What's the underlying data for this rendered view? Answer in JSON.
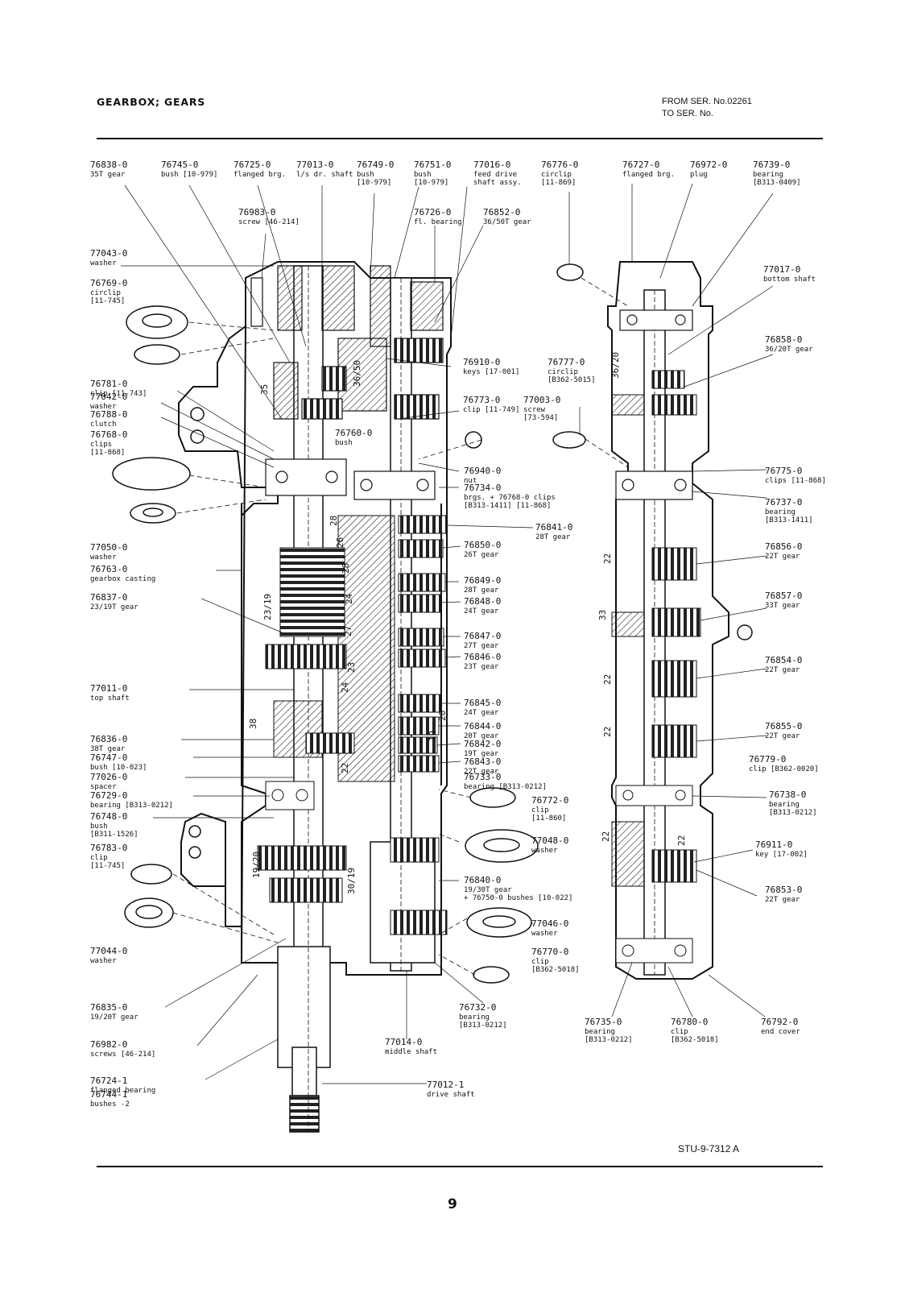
{
  "header": {
    "title": "GEARBOX; GEARS",
    "from_serial": "FROM SER. No.02261",
    "to_serial": "TO SER. No."
  },
  "drawing_ref": "STU-9-7312 A",
  "page_number": "9",
  "callouts": [
    {
      "num": "76838-0",
      "desc": [
        "35T gear"
      ]
    },
    {
      "num": "76745-0",
      "desc": [
        "bush [10-979]"
      ]
    },
    {
      "num": "76725-0",
      "desc": [
        "flanged brg."
      ]
    },
    {
      "num": "77013-0",
      "desc": [
        "l/s dr. shaft"
      ]
    },
    {
      "num": "76749-0",
      "desc": [
        "bush",
        "[10-979]"
      ]
    },
    {
      "num": "76751-0",
      "desc": [
        "bush",
        "[10-979]"
      ]
    },
    {
      "num": "77016-0",
      "desc": [
        "feed drive",
        "shaft assy."
      ]
    },
    {
      "num": "76776-0",
      "desc": [
        "circlip",
        "[11-869]"
      ]
    },
    {
      "num": "76727-0",
      "desc": [
        "flanged brg."
      ]
    },
    {
      "num": "76972-0",
      "desc": [
        "plug"
      ]
    },
    {
      "num": "76739-0",
      "desc": [
        "bearing",
        "[B313-0409]"
      ]
    },
    {
      "num": "76983-0",
      "desc": [
        "screw [46-214]"
      ]
    },
    {
      "num": "76726-0",
      "desc": [
        "fl. bearing"
      ]
    },
    {
      "num": "76852-0",
      "desc": [
        "36/50T gear"
      ]
    },
    {
      "num": "77043-0",
      "desc": [
        "washer"
      ]
    },
    {
      "num": "76769-0",
      "desc": [
        "circlip",
        "[11-745]"
      ]
    },
    {
      "num": "77017-0",
      "desc": [
        "bottom shaft"
      ]
    },
    {
      "num": "76858-0",
      "desc": [
        "36/20T gear"
      ]
    },
    {
      "num": "76910-0",
      "desc": [
        "keys [17-001]"
      ]
    },
    {
      "num": "76777-0",
      "desc": [
        "circlip",
        "[B362-5015]"
      ]
    },
    {
      "num": "76781-0",
      "desc": [
        "clip [11-743]"
      ]
    },
    {
      "num": "77042-0",
      "desc": [
        "washer"
      ]
    },
    {
      "num": "76788-0",
      "desc": [
        "clutch"
      ]
    },
    {
      "num": "76773-0",
      "desc": [
        "clip [11-749]"
      ]
    },
    {
      "num": "77003-0",
      "desc": [
        "screw",
        "[73-594]"
      ]
    },
    {
      "num": "76768-0",
      "desc": [
        "clips",
        "[11-868]"
      ]
    },
    {
      "num": "76760-0",
      "desc": [
        "bush"
      ]
    },
    {
      "num": "76940-0",
      "desc": [
        "nut"
      ]
    },
    {
      "num": "76775-0",
      "desc": [
        "clips [11-868]"
      ]
    },
    {
      "num": "76734-0",
      "desc": [
        "brgs. + 76768-0 clips",
        "[B313-1411]   [11-868]"
      ]
    },
    {
      "num": "76737-0",
      "desc": [
        "bearing",
        "[B313-1411]"
      ]
    },
    {
      "num": "76841-0",
      "desc": [
        "28T gear"
      ]
    },
    {
      "num": "77050-0",
      "desc": [
        "washer"
      ]
    },
    {
      "num": "76850-0",
      "desc": [
        "26T gear"
      ]
    },
    {
      "num": "76856-0",
      "desc": [
        "22T gear"
      ]
    },
    {
      "num": "76763-0",
      "desc": [
        "gearbox casting"
      ]
    },
    {
      "num": "76849-0",
      "desc": [
        "28T gear"
      ]
    },
    {
      "num": "76837-0",
      "desc": [
        "23/19T gear"
      ]
    },
    {
      "num": "76848-0",
      "desc": [
        "24T gear"
      ]
    },
    {
      "num": "76857-0",
      "desc": [
        "33T gear"
      ]
    },
    {
      "num": "76847-0",
      "desc": [
        "27T gear"
      ]
    },
    {
      "num": "76846-0",
      "desc": [
        "23T gear"
      ]
    },
    {
      "num": "76854-0",
      "desc": [
        "22T gear"
      ]
    },
    {
      "num": "77011-0",
      "desc": [
        "top shaft"
      ]
    },
    {
      "num": "76845-0",
      "desc": [
        "24T gear"
      ]
    },
    {
      "num": "76844-0",
      "desc": [
        "20T gear"
      ]
    },
    {
      "num": "76855-0",
      "desc": [
        "22T gear"
      ]
    },
    {
      "num": "76836-0",
      "desc": [
        "38T gear"
      ]
    },
    {
      "num": "76842-0",
      "desc": [
        "19T gear"
      ]
    },
    {
      "num": "76747-0",
      "desc": [
        "bush [10-023]"
      ]
    },
    {
      "num": "76843-0",
      "desc": [
        "22T gear"
      ]
    },
    {
      "num": "76779-0",
      "desc": [
        "clip [B362-0020]"
      ]
    },
    {
      "num": "77026-0",
      "desc": [
        "spacer"
      ]
    },
    {
      "num": "76733-0",
      "desc": [
        "bearing [B313-0212]"
      ]
    },
    {
      "num": "76729-0",
      "desc": [
        "bearing [B313-0212]"
      ]
    },
    {
      "num": "76738-0",
      "desc": [
        "bearing",
        "[B313-0212]"
      ]
    },
    {
      "num": "76772-0",
      "desc": [
        "clip",
        "[11-860]"
      ]
    },
    {
      "num": "76748-0",
      "desc": [
        "bush",
        "[B311-1526]"
      ]
    },
    {
      "num": "77048-0",
      "desc": [
        "washer"
      ]
    },
    {
      "num": "76911-0",
      "desc": [
        "key [17-002]"
      ]
    },
    {
      "num": "76783-0",
      "desc": [
        "clip",
        "[11-745]"
      ]
    },
    {
      "num": "76840-0",
      "desc": [
        "19/30T gear",
        "+ 76750-0 bushes [10-022]"
      ]
    },
    {
      "num": "76853-0",
      "desc": [
        "22T gear"
      ]
    },
    {
      "num": "77046-0",
      "desc": [
        "washer"
      ]
    },
    {
      "num": "77044-0",
      "desc": [
        "washer"
      ]
    },
    {
      "num": "76770-0",
      "desc": [
        "clip",
        "[B362-5018]"
      ]
    },
    {
      "num": "76835-0",
      "desc": [
        "19/20T gear"
      ]
    },
    {
      "num": "76732-0",
      "desc": [
        "bearing",
        "[B313-0212]"
      ]
    },
    {
      "num": "76735-0",
      "desc": [
        "bearing",
        "[B313-0212]"
      ]
    },
    {
      "num": "76780-0",
      "desc": [
        "clip",
        "[B362-5018]"
      ]
    },
    {
      "num": "76792-0",
      "desc": [
        "end cover"
      ]
    },
    {
      "num": "76982-0",
      "desc": [
        "screws [46-214]"
      ]
    },
    {
      "num": "77014-0",
      "desc": [
        "middle shaft"
      ]
    },
    {
      "num": "76724-1",
      "desc": [
        "flanged bearing"
      ]
    },
    {
      "num": "76744-1",
      "desc": [
        "bushes -2"
      ]
    },
    {
      "num": "77012-1",
      "desc": [
        "drive shaft"
      ]
    }
  ],
  "gear_marks": [
    "35",
    "36/50",
    "36/20",
    "28",
    "26",
    "28",
    "24",
    "23/19",
    "27",
    "23",
    "24",
    "38",
    "20",
    "19",
    "22",
    "19/20",
    "30/19",
    "22",
    "22",
    "33",
    "22",
    "22",
    "22"
  ]
}
